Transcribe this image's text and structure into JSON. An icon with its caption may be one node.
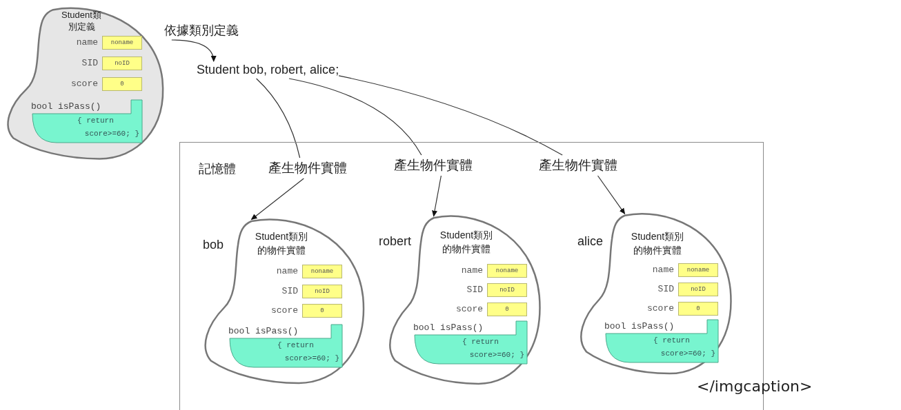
{
  "diagram": {
    "nodes": [
      {
        "text": [
          "Student類別定義"
        ]
      },
      {
        "text": [
          "noname"
        ],
        "in": 0,
        "beside": [
          "name"
        ]
      },
      {
        "text": [
          "noID"
        ],
        "in": 0,
        "beside": [
          "SID"
        ]
      },
      {
        "text": [
          "0"
        ],
        "in": 0,
        "beside": [
          "score"
        ]
      },
      {
        "text": [
          "{ return score>=60; }"
        ],
        "in": 0,
        "beside": [
          "bool isPass()"
        ]
      },
      {
        "text": [
          "依據類別定義"
        ]
      },
      {
        "text": [
          "Student bob, robert, alice;"
        ]
      },
      {
        "text": [
          "記憶體"
        ]
      },
      {
        "text": [
          "產生物件實體"
        ],
        "in": 7
      },
      {
        "text": [
          "產生物件實體"
        ],
        "in": 7
      },
      {
        "text": [
          "產生物件實體"
        ],
        "in": 7
      },
      {
        "text": [
          "Student類別的物件實體"
        ],
        "in": 7,
        "beside": [
          "bob"
        ]
      },
      {
        "text": [
          "noname"
        ],
        "in": 11,
        "beside": [
          "name"
        ]
      },
      {
        "text": [
          "noID"
        ],
        "in": 11,
        "beside": [
          "SID"
        ]
      },
      {
        "text": [
          "0"
        ],
        "in": 11,
        "beside": [
          "score"
        ]
      },
      {
        "text": [
          "{ return score>=60; }"
        ],
        "in": 11,
        "beside": [
          "bool isPass()"
        ]
      },
      {
        "text": [
          "Student類別的物件實體"
        ],
        "in": 7,
        "beside": [
          "robert"
        ]
      },
      {
        "text": [
          "noname"
        ],
        "in": 16,
        "beside": [
          "name"
        ]
      },
      {
        "text": [
          "noID"
        ],
        "in": 16,
        "beside": [
          "SID"
        ]
      },
      {
        "text": [
          "0"
        ],
        "in": 16,
        "beside": [
          "score"
        ]
      },
      {
        "text": [
          "{ return score>=60; }"
        ],
        "in": 16,
        "beside": [
          "bool isPass()"
        ]
      },
      {
        "text": [
          "Student類別的物件實體"
        ],
        "in": 7,
        "beside": [
          "alice"
        ]
      },
      {
        "text": [
          "noname"
        ],
        "in": 21,
        "beside": [
          "name"
        ]
      },
      {
        "text": [
          "noID"
        ],
        "in": 21,
        "beside": [
          "SID"
        ]
      },
      {
        "text": [
          "0"
        ],
        "in": 21,
        "beside": [
          "score"
        ]
      },
      {
        "text": [
          "{ return score>=60; }"
        ],
        "in": 21,
        "beside": [
          "bool isPass()"
        ]
      }
    ],
    "edges": [
      {
        "from": 5,
        "to": 6,
        "arrow": "to"
      },
      {
        "from": 6,
        "to": 8,
        "arrow": "none"
      },
      {
        "from": 6,
        "to": 9,
        "arrow": "none"
      },
      {
        "from": 6,
        "to": 10,
        "arrow": "none"
      },
      {
        "from": 8,
        "to": 11,
        "arrow": "to"
      },
      {
        "from": 9,
        "to": 16,
        "arrow": "to"
      },
      {
        "from": 10,
        "to": 21,
        "arrow": "to"
      }
    ],
    "labels": [
      "</imgcaption>"
    ]
  }
}
